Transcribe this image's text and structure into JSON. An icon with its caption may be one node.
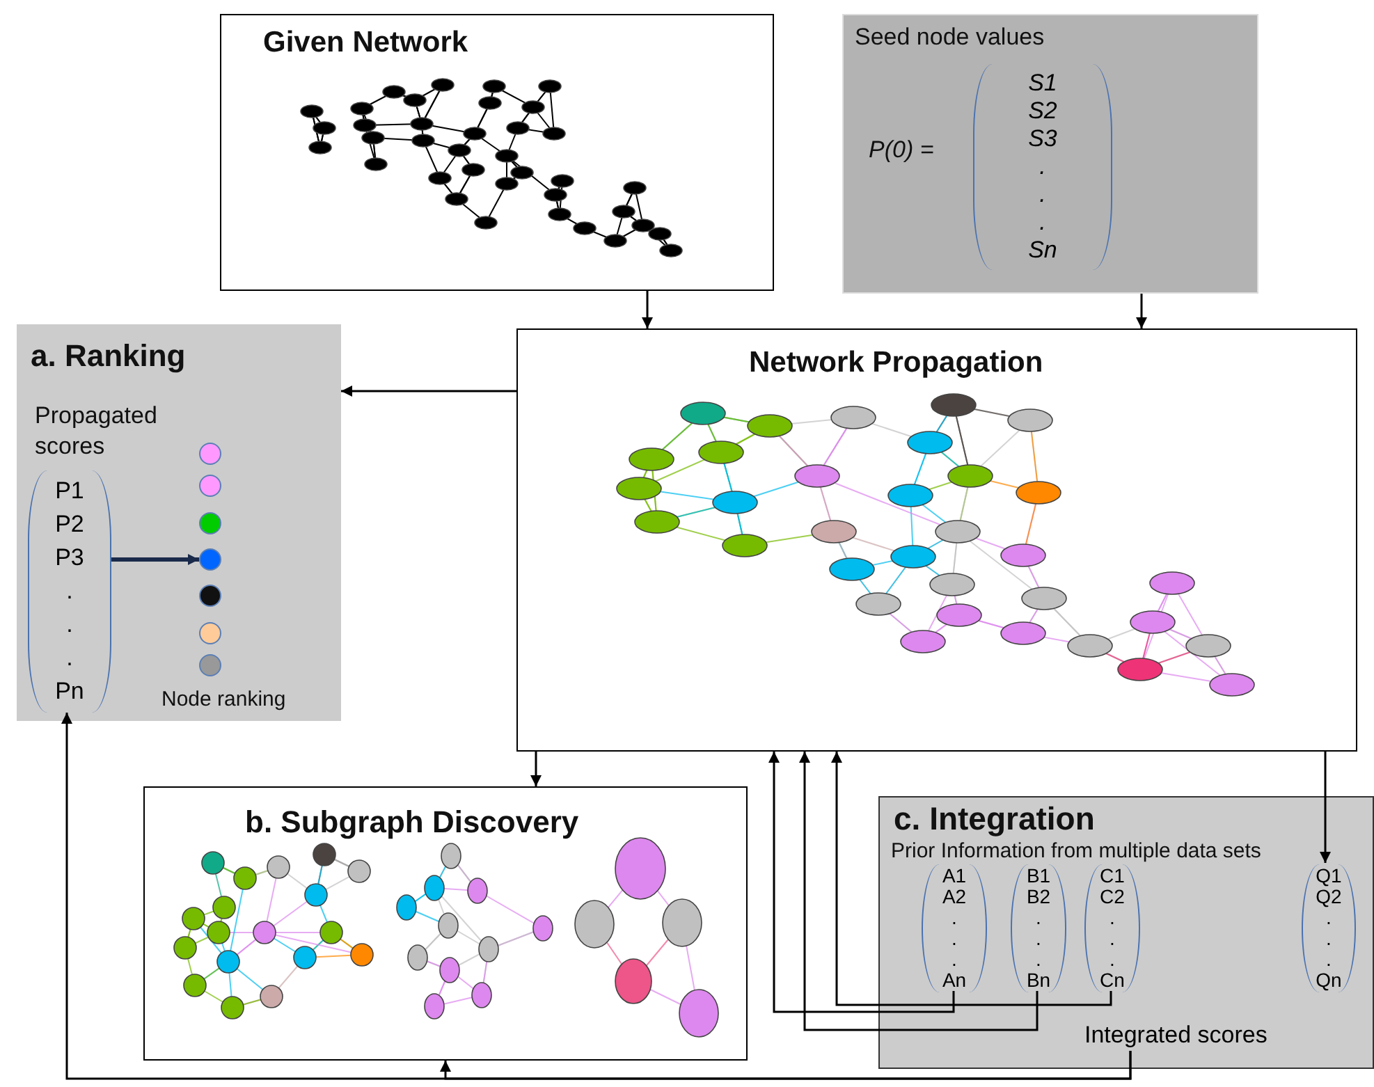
{
  "diagram": {
    "nodes": [
      {
        "text": [
          "Given Network"
        ]
      },
      {
        "text": [
          "Seed node values"
        ]
      },
      {
        "text": [
          "S1 S2 S3 . . . Sn"
        ],
        "in": 1
      },
      {
        "text": [
          "a. Ranking"
        ]
      },
      {
        "text": [
          "P1 P2 P3 . . . Pn"
        ],
        "in": 3
      },
      {
        "text": [],
        "shape": "circle",
        "in": 3
      },
      {
        "text": [],
        "shape": "circle",
        "in": 3
      },
      {
        "text": [],
        "shape": "circle",
        "in": 3
      },
      {
        "text": [],
        "shape": "circle",
        "in": 3
      },
      {
        "text": [],
        "shape": "circle",
        "in": 3
      },
      {
        "text": [],
        "shape": "circle",
        "in": 3
      },
      {
        "text": [],
        "shape": "circle",
        "in": 3
      },
      {
        "text": [
          "Network Propagation"
        ]
      },
      {
        "text": [
          "b. Subgraph Discovery"
        ]
      },
      {
        "text": [
          "c. Integration",
          "Prior Information from multiple data sets"
        ]
      },
      {
        "text": [
          "A1 A2 . . . An"
        ],
        "in": 14
      },
      {
        "text": [
          "B1 B2 . . . Bn"
        ],
        "in": 14
      },
      {
        "text": [
          "C1 C2 . . . Cn"
        ],
        "in": 14
      },
      {
        "text": [
          "Q1 Q2 . . . Qn"
        ],
        "in": 14
      },
      {
        "text": [
          "Integrated scores"
        ],
        "in": 14
      }
    ],
    "edges": [
      {
        "from": 0,
        "to": 12,
        "arrow": "to"
      },
      {
        "from": 1,
        "to": 12,
        "arrow": "to"
      },
      {
        "from": 12,
        "to": 3,
        "arrow": "to"
      },
      {
        "from": 12,
        "to": 13,
        "arrow": "to"
      },
      {
        "from": 12,
        "to": 18,
        "arrow": "to"
      },
      {
        "from": 15,
        "to": 12,
        "arrow": "to"
      },
      {
        "from": 16,
        "to": 12,
        "arrow": "to"
      },
      {
        "from": 17,
        "to": 12,
        "arrow": "to"
      },
      {
        "from": 19,
        "to": 4,
        "arrow": "to"
      },
      {
        "from": 19,
        "to": 13,
        "arrow": "to"
      },
      {
        "from": 4,
        "to": 8,
        "arrow": "to",
        "style": "thick",
        "color": "#1a2a4a"
      }
    ],
    "labels": [
      "P(0) =",
      "Propagated scores",
      "Node ranking"
    ]
  }
}
